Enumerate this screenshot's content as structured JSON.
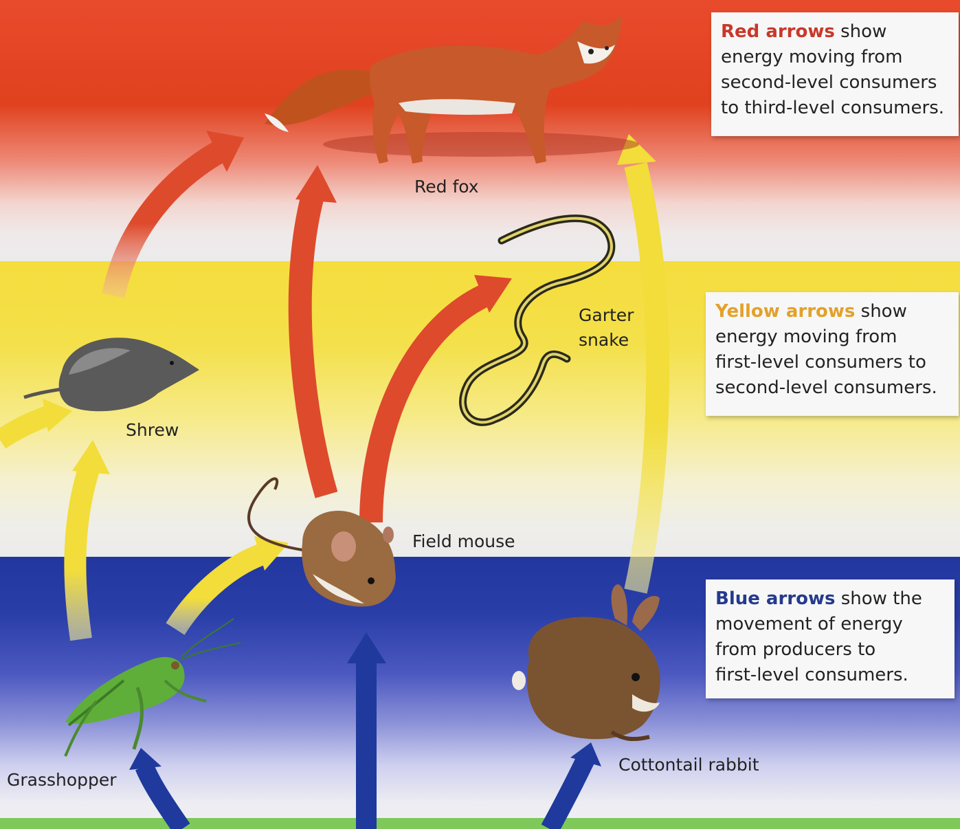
{
  "colors": {
    "red_band": "#e0421f",
    "yellow_band": "#f4e04a",
    "blue_band": "#2a3ea8",
    "ground": "#7ec95a",
    "red_arrow": "#de4a2c",
    "yellow_arrow": "#f2dd3a",
    "blue_arrow": "#1f3a9c"
  },
  "organisms": {
    "red_fox": "Red fox",
    "garter_snake_line1": "Garter",
    "garter_snake_line2": "snake",
    "shrew": "Shrew",
    "field_mouse": "Field mouse",
    "grasshopper": "Grasshopper",
    "cottontail_rabbit": "Cottontail rabbit"
  },
  "legend": {
    "red": {
      "highlight": "Red arrows",
      "text_1": " show",
      "text_2": "energy moving from",
      "text_3": "second-level consumers",
      "text_4": "to third-level consumers."
    },
    "yellow": {
      "highlight": "Yellow arrows",
      "text_1": " show",
      "text_2": "energy moving from",
      "text_3": "first-level consumers to",
      "text_4": "second-level consumers."
    },
    "blue": {
      "highlight": "Blue arrows",
      "text_1": " show the",
      "text_2": "movement of energy",
      "text_3": "from producers to",
      "text_4": "first-level consumers."
    }
  },
  "icons": {
    "fox": "fox-icon",
    "snake": "snake-icon",
    "shrew": "shrew-icon",
    "mouse": "mouse-icon",
    "grasshopper": "grasshopper-icon",
    "rabbit": "rabbit-icon"
  }
}
